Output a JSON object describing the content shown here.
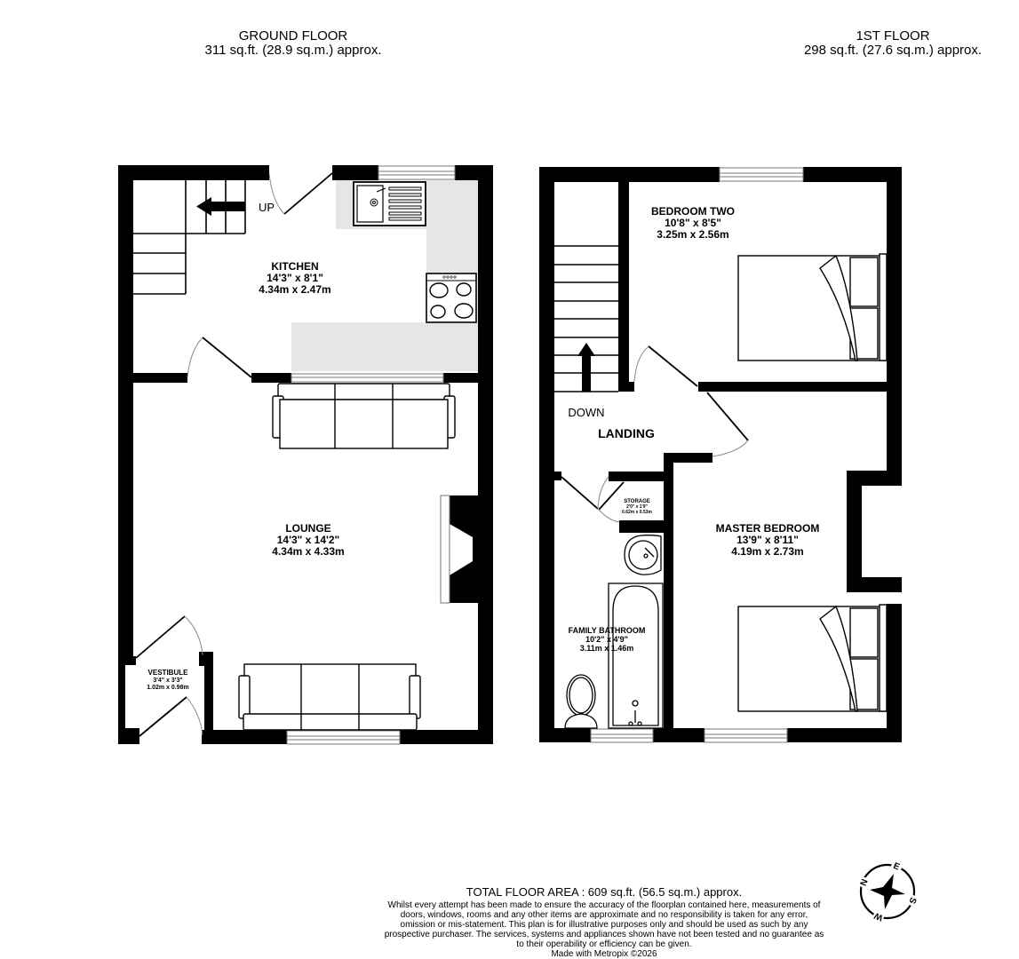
{
  "ground_floor": {
    "title": "GROUND FLOOR",
    "area": "311 sq.ft. (28.9 sq.m.) approx.",
    "stairs_label": "UP",
    "rooms": {
      "kitchen": {
        "name": "KITCHEN",
        "imperial": "14'3\"  x 8'1\"",
        "metric": "4.34m  x 2.47m"
      },
      "lounge": {
        "name": "LOUNGE",
        "imperial": "14'3\"  x 14'2\"",
        "metric": "4.34m  x 4.33m"
      },
      "vestibule": {
        "name": "VESTIBULE",
        "imperial": "3'4\"  x 3'3\"",
        "metric": "1.02m  x 0.98m"
      }
    }
  },
  "first_floor": {
    "title": "1ST FLOOR",
    "area": "298 sq.ft. (27.6 sq.m.) approx.",
    "stairs_label": "DOWN",
    "rooms": {
      "bedroom_two": {
        "name": "BEDROOM TWO",
        "imperial": "10'8\"  x 8'5\"",
        "metric": "3.25m  x 2.56m"
      },
      "landing": {
        "name": "LANDING"
      },
      "storage": {
        "name": "STORAGE",
        "imperial": "2'0\"  x 1'9\"",
        "metric": "0.62m  x 0.53m"
      },
      "master_bedroom": {
        "name": "MASTER BEDROOM",
        "imperial": "13'9\"  x 8'11\"",
        "metric": "4.19m  x 2.73m"
      },
      "family_bathroom": {
        "name": "FAMILY BATHROOM",
        "imperial": "10'2\"  x 4'9\"",
        "metric": "3.11m  x 1.46m"
      }
    }
  },
  "footer": {
    "total_area": "TOTAL FLOOR AREA : 609 sq.ft. (56.5 sq.m.) approx.",
    "disclaimer": "Whilst every attempt has been made to ensure the accuracy of the floorplan contained here, measurements of doors, windows, rooms and any other items are approximate and no responsibility is taken for any error, omission or mis-statement. This plan is for illustrative purposes only and should be used as such by any prospective purchaser. The services, systems and appliances shown have not been tested and no guarantee as to their operability or efficiency can be given.",
    "credit": "Made with Metropix ©2026"
  },
  "compass": {
    "icon": "compass-rose-icon",
    "labels": {
      "n": "N",
      "e": "E",
      "s": "S",
      "w": "W"
    }
  },
  "colors": {
    "wall": "#000000",
    "worktop": "#e6e6e6",
    "background": "#ffffff",
    "window_line": "#666666"
  }
}
